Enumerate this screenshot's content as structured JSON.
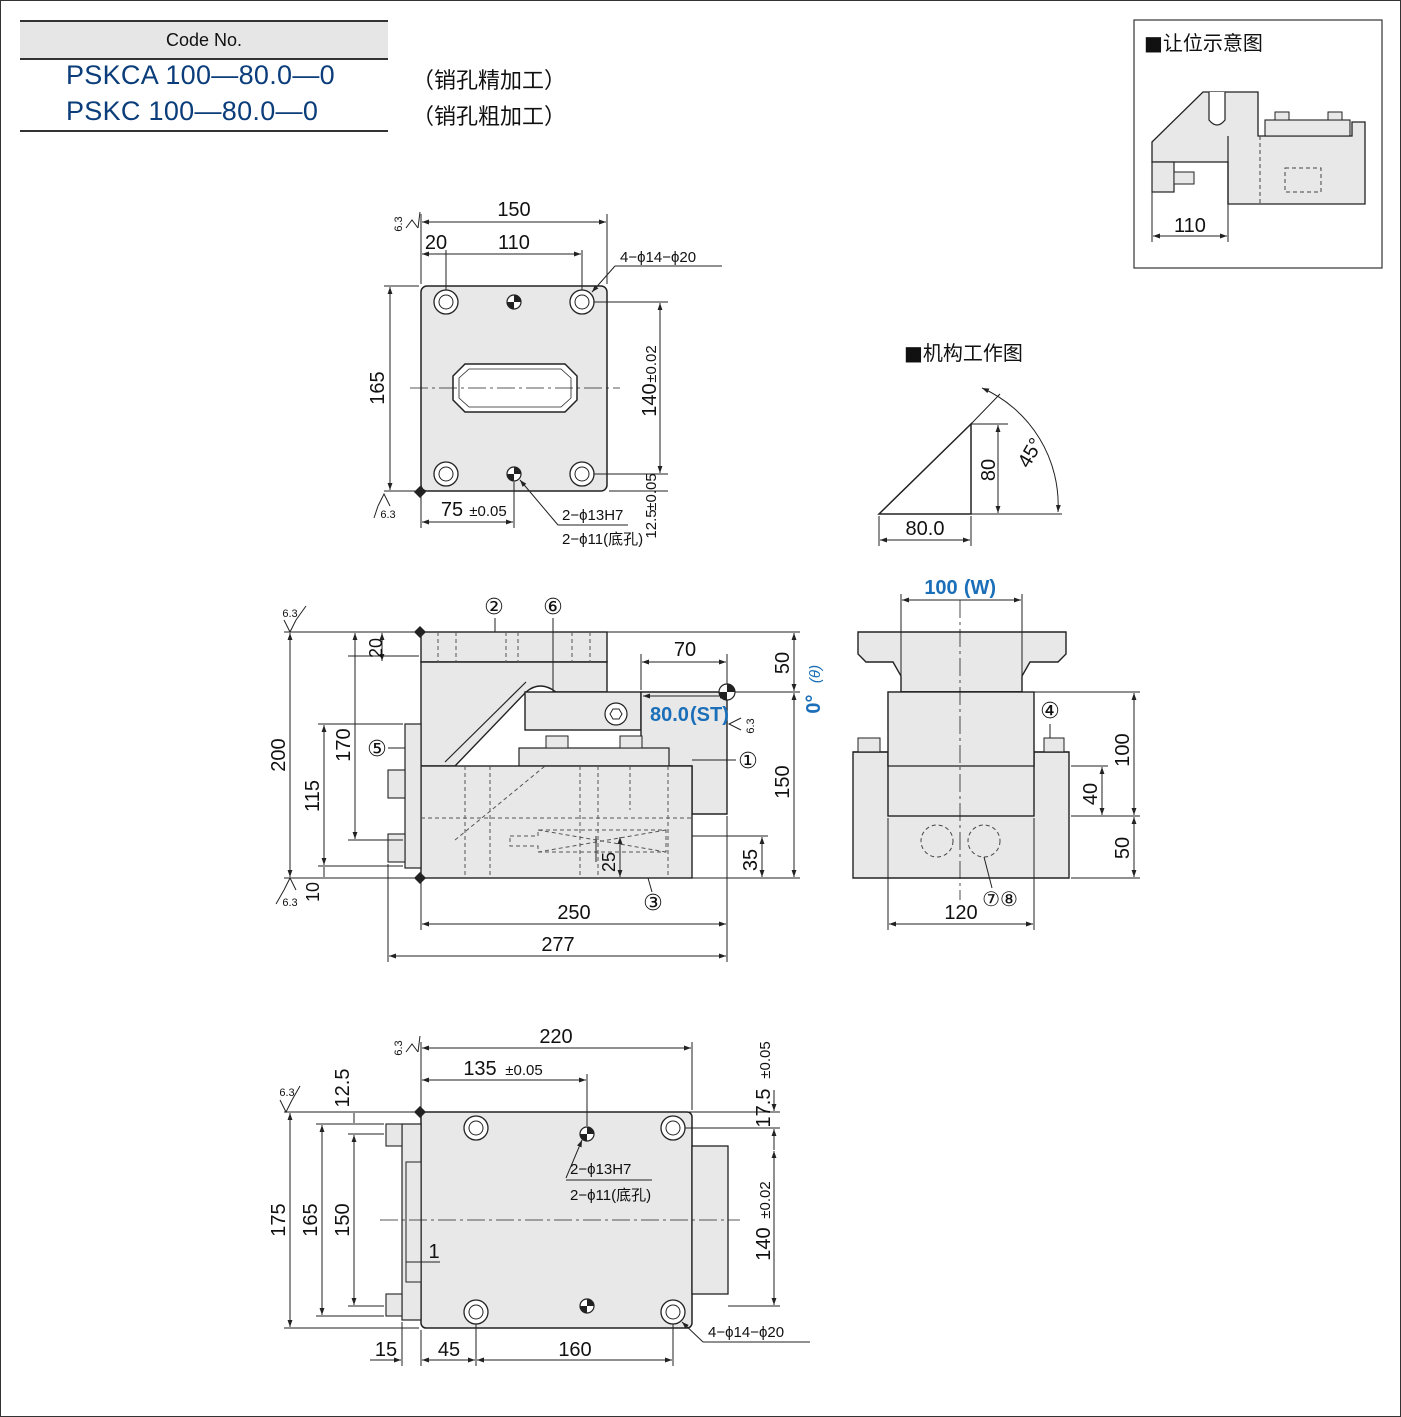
{
  "code_table": {
    "header": "Code No.",
    "rows": [
      {
        "code": "PSKCA 100—80.0—0",
        "note": "（销孔精加工）"
      },
      {
        "code": "PSKC 100—80.0—0",
        "note": "（销孔粗加工）"
      }
    ]
  },
  "clearance_diagram": {
    "title": "■让位示意图",
    "dim_110": "110"
  },
  "mechanism_diagram": {
    "title": "■机构工作图",
    "dim_80": "80",
    "dim_45": "45°",
    "dim_800": "80.0"
  },
  "top_view": {
    "dim_150": "150",
    "dim_20": "20",
    "dim_110": "110",
    "dim_165": "165",
    "dim_140": "140",
    "tol_002": "±0.02",
    "dim_75": "75",
    "tol_005": "±0.05",
    "dim_125": "12.5",
    "tol_125": "±0.05",
    "holes_note": "4−ϕ14−ϕ20",
    "pin_note_1": "2−ϕ13H7",
    "pin_note_2": "2−ϕ11(底孔)",
    "rough_1": "6.3",
    "rough_2": "6.3"
  },
  "front_view": {
    "dim_20": "20",
    "dim_70": "70",
    "dim_50": "50",
    "angle": "0°",
    "theta": "(θ)",
    "stroke": "80.0",
    "stroke_tag": "(ST)",
    "dim_200": "200",
    "dim_170": "170",
    "dim_115": "115",
    "dim_150": "150",
    "dim_35": "35",
    "dim_25": "25",
    "dim_10": "10",
    "dim_250": "250",
    "dim_277": "277",
    "rough_top": "6.3",
    "rough_bottom": "6.3",
    "rough_side": "6.3",
    "balloons": [
      "①",
      "②",
      "③",
      "⑤",
      "⑥"
    ]
  },
  "side_view": {
    "width_value": "100",
    "width_tag": "(W)",
    "dim_100": "100",
    "dim_40": "40",
    "dim_50": "50",
    "dim_120": "120",
    "balloon_4": "④",
    "balloon_78": "⑦⑧"
  },
  "bottom_view": {
    "dim_220": "220",
    "dim_135": "135",
    "tol_135": "±0.05",
    "dim_125": "12.5",
    "dim_175": "175",
    "dim_165": "165",
    "dim_150": "150",
    "dim_175b": "17.5",
    "tol_175b": "±0.05",
    "dim_140": "140",
    "tol_140": "±0.02",
    "dim_1": "1",
    "dim_15": "15",
    "dim_45": "45",
    "dim_160": "160",
    "pin_note_1": "2−ϕ13H7",
    "pin_note_2": "2−ϕ11(底孔)",
    "holes_note": "4−ϕ14−ϕ20",
    "rough_1": "6.3",
    "rough_2": "6.3"
  },
  "colors": {
    "line": "#222222",
    "fill": "#e8e8e8",
    "accent_blue": "#1a6fb8",
    "code_blue": "#0b3d7a",
    "header_bg": "#e6e6e6"
  }
}
